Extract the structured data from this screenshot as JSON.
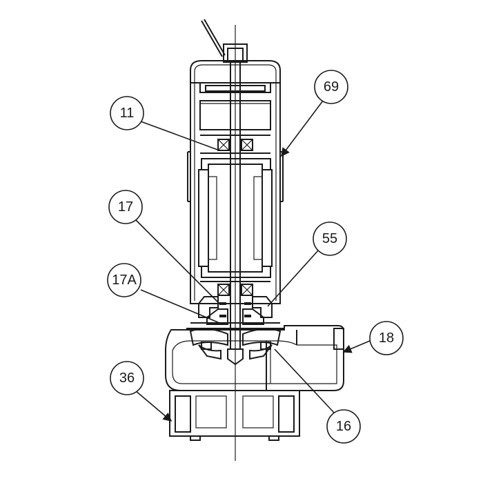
{
  "callouts": [
    {
      "id": "11",
      "label": "11"
    },
    {
      "id": "69",
      "label": "69"
    },
    {
      "id": "17",
      "label": "17"
    },
    {
      "id": "55",
      "label": "55"
    },
    {
      "id": "17A",
      "label": "17A"
    },
    {
      "id": "18",
      "label": "18"
    },
    {
      "id": "36",
      "label": "36"
    },
    {
      "id": "16",
      "label": "16"
    }
  ]
}
